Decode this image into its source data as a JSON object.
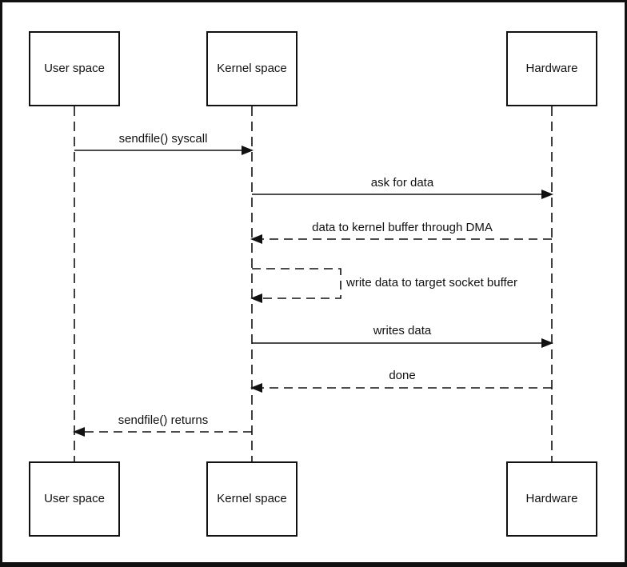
{
  "participants": {
    "user": "User space",
    "kernel": "Kernel space",
    "hardware": "Hardware"
  },
  "messages": {
    "m1": "sendfile() syscall",
    "m2": "ask for data",
    "m3": "data to kernel buffer through DMA",
    "m4": "write data to target socket buffer",
    "m5": "writes data",
    "m6": "done",
    "m7": "sendfile() returns"
  }
}
